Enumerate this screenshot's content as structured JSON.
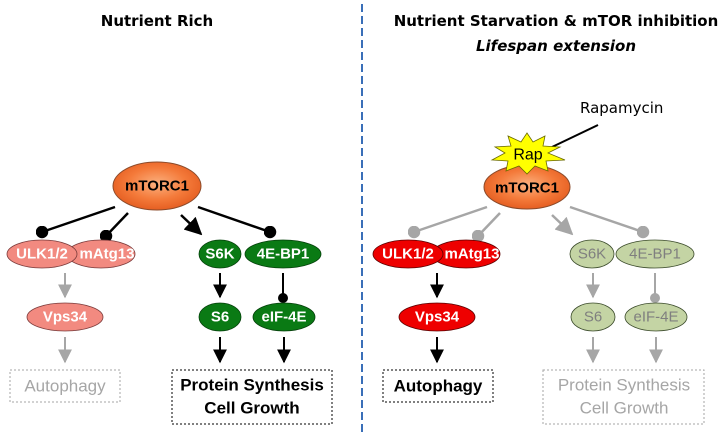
{
  "panels": {
    "left": {
      "title": "Nutrient Rich",
      "hub": "mTORC1",
      "nodes": {
        "ulk": "ULK1/2",
        "matg13": "mAtg13",
        "s6k": "S6K",
        "bp1": "4E-BP1",
        "vps34": "Vps34",
        "s6": "S6",
        "eif4e": "eIF-4E"
      },
      "outcomes": {
        "autophagy": "Autophagy",
        "protein_line1": "Protein Synthesis",
        "protein_line2": "Cell Growth"
      }
    },
    "right": {
      "title": "Nutrient Starvation & mTOR inhibition",
      "subtitle": "Lifespan extension",
      "drug_label": "Rapamycin",
      "drug_badge": "Rap",
      "hub": "mTORC1",
      "nodes": {
        "ulk": "ULK1/2",
        "matg13": "mAtg13",
        "s6k": "S6K",
        "bp1": "4E-BP1",
        "vps34": "Vps34",
        "s6": "S6",
        "eif4e": "eIF-4E"
      },
      "outcomes": {
        "autophagy": "Autophagy",
        "protein_line1": "Protein Synthesis",
        "protein_line2": "Cell Growth"
      }
    }
  },
  "colors": {
    "hub_orange": "#f26a2a",
    "autophagy_inactive": "#f28a80",
    "autophagy_active": "#ee0000",
    "growth_active": "#0a7a14",
    "growth_inactive": "#c4d4a4",
    "divider": "#3a6fb8",
    "rap_yellow": "#ffff00"
  }
}
